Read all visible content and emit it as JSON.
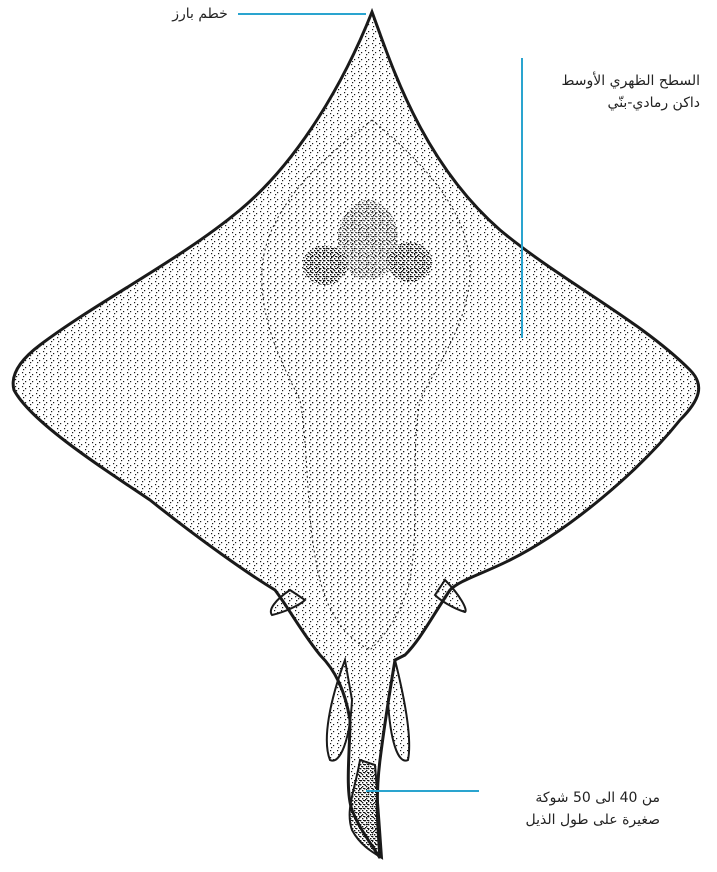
{
  "labels": {
    "snout": "خطم بارز",
    "dorsal_line1": "السطح الظهري الأوسط",
    "dorsal_line2": "داكن رمادي-بنّي",
    "spines_line1": "من 40 الى 50 شوكة",
    "spines_line2": "صغيرة على طول الذيل"
  },
  "colors": {
    "leader_line": "#2aa4cf",
    "ink": "#1a1a1a",
    "background": "#ffffff"
  }
}
